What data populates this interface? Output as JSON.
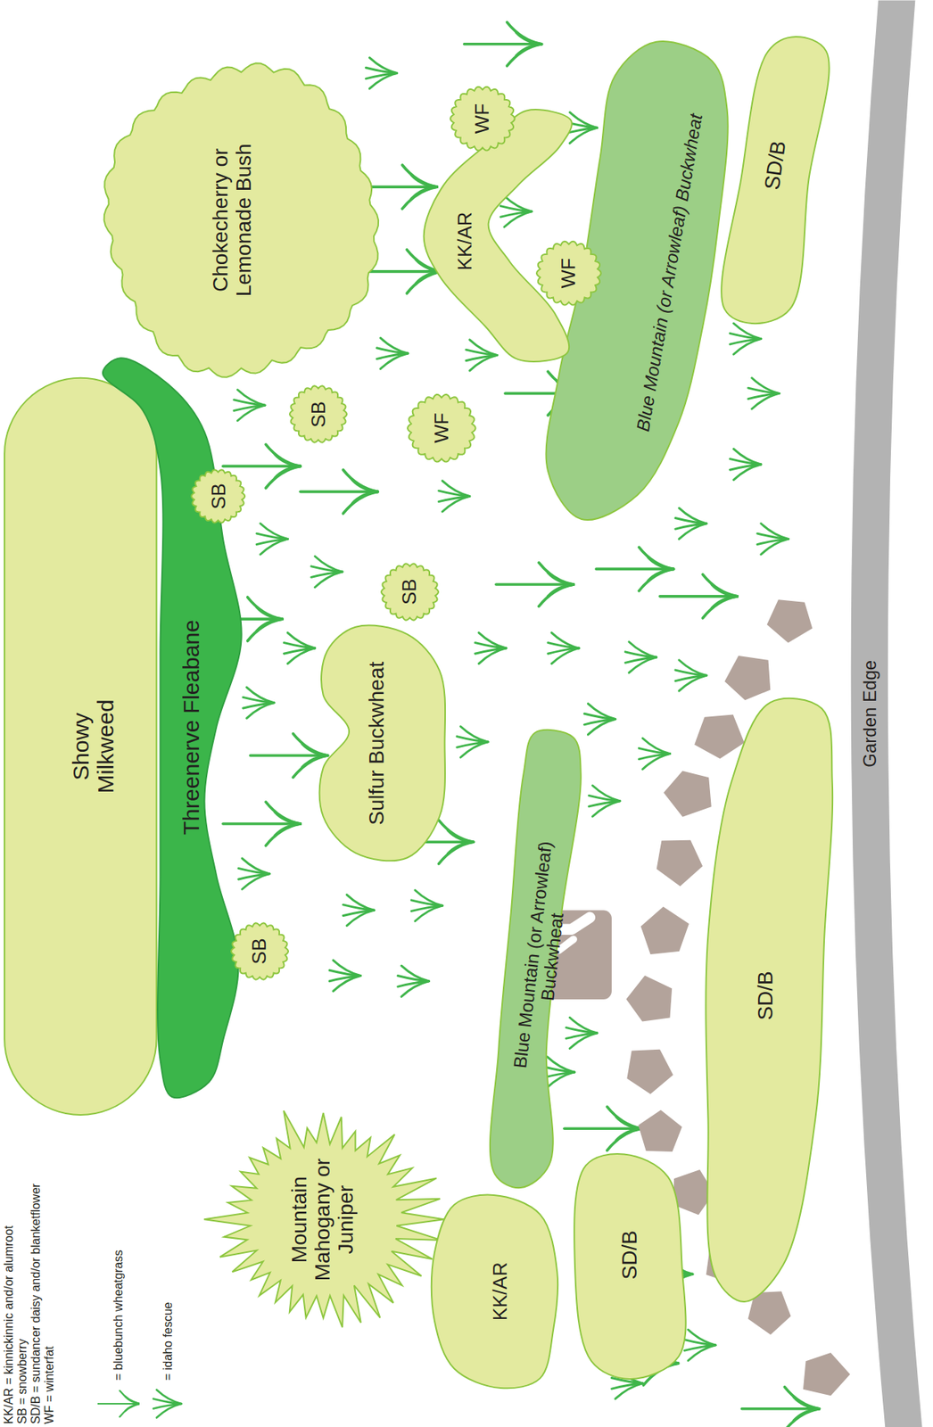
{
  "diagram": {
    "nodes": [
      {
        "text": [
          "Showy Milkweed"
        ]
      },
      {
        "text": [
          "Threenerve Fleabane"
        ]
      },
      {
        "text": [
          "Chokecherry or Lemonade Bush"
        ]
      },
      {
        "text": [
          "Mountain Mahogany or Juniper"
        ]
      },
      {
        "text": [
          "Sulfur Buckwheat"
        ]
      },
      {
        "text": [
          "Blue Mountain (or Arrowleaf) Buckwheat"
        ]
      },
      {
        "text": [
          "Blue Mountain (or Arrowleaf) Buckwheat"
        ]
      },
      {
        "text": [
          "KK/AR"
        ]
      },
      {
        "text": [
          "KK/AR"
        ]
      },
      {
        "text": [
          "SD/B"
        ]
      },
      {
        "text": [
          "SD/B"
        ]
      },
      {
        "text": [
          "SD/B"
        ]
      },
      {
        "text": [
          "WF"
        ]
      },
      {
        "text": [
          "WF"
        ]
      },
      {
        "text": [
          "WF"
        ]
      },
      {
        "text": [
          "SB"
        ]
      },
      {
        "text": [
          "SB"
        ]
      },
      {
        "text": [
          "SB"
        ]
      },
      {
        "text": [
          "SB"
        ]
      },
      {
        "text": [
          "Garden Edge"
        ]
      }
    ],
    "legend": [
      {
        "text": "KK/AR = kinnickinnic and/or alumroot"
      },
      {
        "text": "SB = snowberry"
      },
      {
        "text": "SD/B = sundancer daisy and/or blanketflower"
      },
      {
        "text": "WF = winterfat"
      },
      {
        "text": "= bluebunch wheatgrass"
      },
      {
        "text": "= idaho fescue"
      }
    ]
  }
}
